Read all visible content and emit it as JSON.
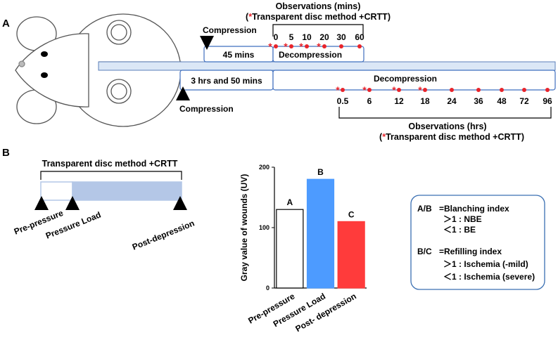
{
  "panels": {
    "a": {
      "label": "A",
      "compression_top": "Compression",
      "compression_bottom": "Compression",
      "short_duration": "45 mins",
      "long_duration": "3 hrs and 50 mins",
      "decompression_short": "Decompression",
      "decompression_long": "Decompression",
      "obs_mins_title": "Observations (mins)",
      "obs_mins_method_star": "*",
      "obs_mins_method": "Transparent disc method +CRTT",
      "obs_mins_ticks": [
        "0",
        "5",
        "10",
        "20",
        "30",
        "60"
      ],
      "obs_hrs_title": "Observations (hrs)",
      "obs_hrs_method_star": "*",
      "obs_hrs_method": "Transparent disc method +CRTT",
      "obs_hrs_ticks": [
        "0.5",
        "6",
        "12",
        "18",
        "24",
        "36",
        "48",
        "72",
        "96"
      ]
    },
    "b": {
      "label": "B",
      "timeline_title": "Transparent disc method +CRTT",
      "phase_pre": "Pre-pressure",
      "phase_load": "Pressure Load",
      "phase_post": "Post-depression",
      "legend": {
        "ab_key": "A/B",
        "ab_eq": "=Blanching index",
        "ab_gt": "＞1 : NBE",
        "ab_lt": "＜1 :  BE",
        "bc_key": "B/C",
        "bc_eq": "=Refilling index",
        "bc_gt": "＞1 : Ischemia (-mild)",
        "bc_lt": "＜1 : Ischemia (severe)"
      }
    }
  },
  "colors": {
    "red_marker": "#e8242b",
    "bar_blue": "#4d9bff",
    "bar_red": "#ff3b3b",
    "box_blue": "#3f6fbf",
    "track_fill": "#dbe7f6",
    "load_fill": "#b4c7e7",
    "legend_border": "#3a6fb2"
  },
  "chart_data": {
    "type": "bar",
    "categories": [
      "Pre-pressure",
      "Pressure Load",
      "Post- depression"
    ],
    "bar_labels": [
      "A",
      "B",
      "C"
    ],
    "values": [
      130,
      180,
      110
    ],
    "ylabel": "Gray value of wounds (UV)",
    "ylim": [
      0,
      200
    ],
    "yticks": [
      "0",
      "100",
      "200"
    ],
    "colors": [
      "#ffffff",
      "#4d9bff",
      "#ff3b3b"
    ]
  }
}
